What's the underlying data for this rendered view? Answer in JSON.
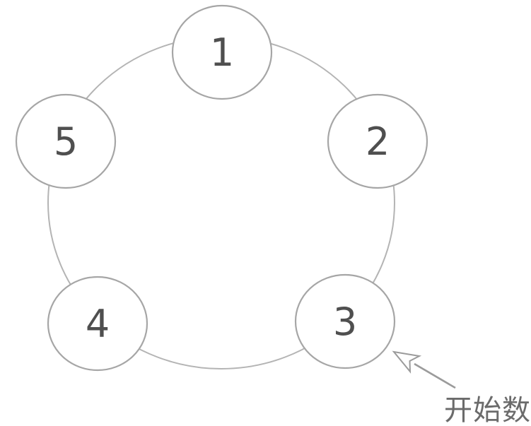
{
  "diagram": {
    "type": "circular-counting-ring",
    "nodes": [
      {
        "label": "1"
      },
      {
        "label": "2"
      },
      {
        "label": "3"
      },
      {
        "label": "4"
      },
      {
        "label": "5"
      }
    ],
    "annotation": {
      "label": "开始数",
      "points_to_node": "3"
    },
    "colors": {
      "background": "#ffffff",
      "ring_stroke": "#b4b4b4",
      "node_stroke": "#a6a6a6",
      "node_fill": "#ffffff",
      "number_color": "#4f4f4f",
      "arrow_color": "#9b9b9b",
      "annotation_color": "#6b6b6b"
    }
  }
}
